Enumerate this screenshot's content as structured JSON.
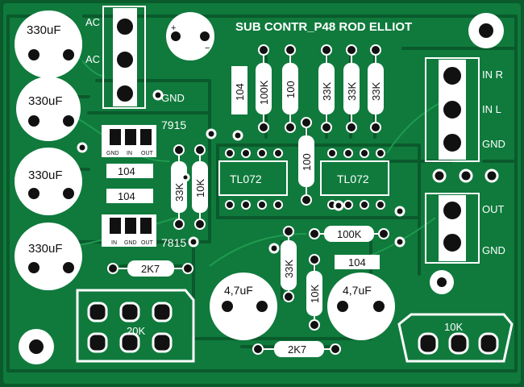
{
  "board": {
    "title": "SUB CONTR_P48 ROD ELLIOT",
    "colors": {
      "copper": "#0f7a3c",
      "substrate": "#0a5a2c",
      "silk": "#ffffff",
      "pad": "#111111"
    }
  },
  "terminals": {
    "ac_top": "AC",
    "ac_bottom": "AC",
    "gnd_power": "GND",
    "in_r": "IN R",
    "in_l": "IN L",
    "gnd_in": "GND",
    "out": "OUT",
    "gnd_out": "GND"
  },
  "capacitors": {
    "c1": "330uF",
    "c2": "330uF",
    "c3": "330uF",
    "c4": "330uF",
    "c5": "4,7uF",
    "c6": "4,7uF",
    "film_top": "104",
    "film_reg1": "104",
    "film_reg2": "104",
    "film_bottom": "104"
  },
  "resistors": {
    "r1": "100K",
    "r2": "100",
    "r3": "33K",
    "r4": "33K",
    "r5": "33K",
    "r6": "100",
    "r7": "33K",
    "r8": "10K",
    "r9": "100K",
    "r10": "33K",
    "r11": "10K",
    "r12": "2K7",
    "r13": "2K7"
  },
  "ics": {
    "u1": "TL072",
    "u2": "TL072"
  },
  "regulators": {
    "top_name": "7915",
    "top_pins": [
      "GND",
      "IN",
      "OUT"
    ],
    "bottom_name": "7815",
    "bottom_pins": [
      "IN",
      "GND",
      "OUT"
    ]
  },
  "pots": {
    "left": "20K",
    "right": "10K"
  },
  "bridge": {
    "plus": "+",
    "minus": "−"
  }
}
